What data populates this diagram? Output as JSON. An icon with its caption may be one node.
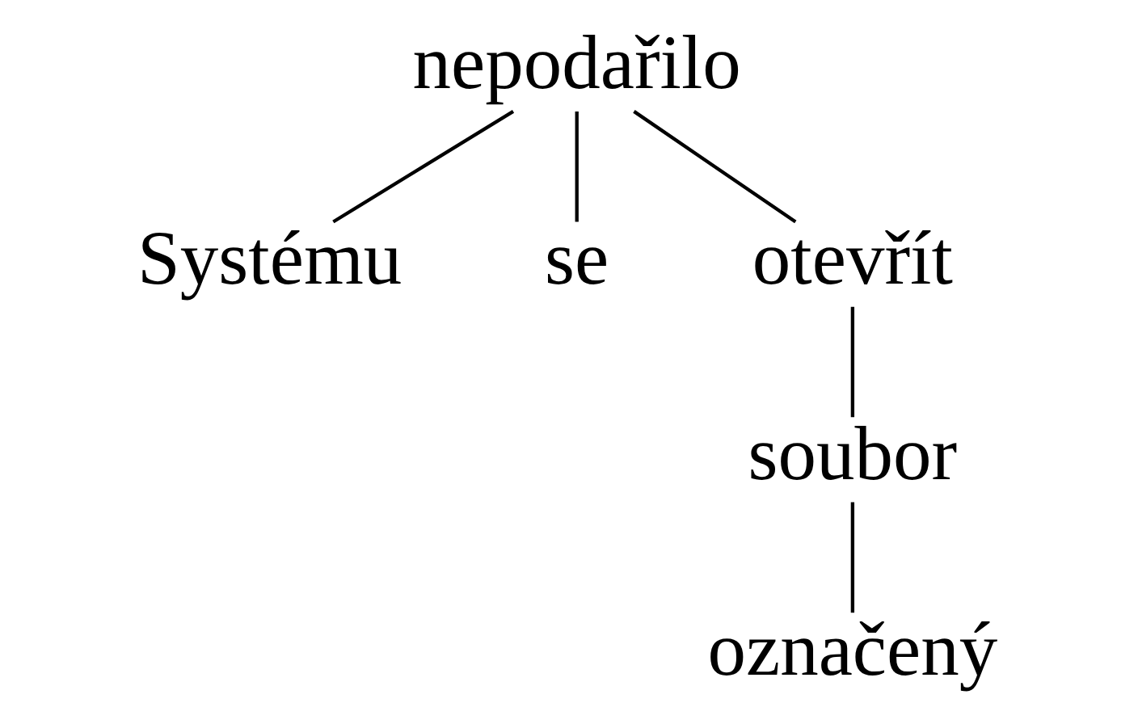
{
  "diagram": {
    "nodes": [
      {
        "text": [
          "nepodařilo"
        ]
      },
      {
        "text": [
          "Systému"
        ]
      },
      {
        "text": [
          "se"
        ]
      },
      {
        "text": [
          "otevřít"
        ]
      },
      {
        "text": [
          "soubor"
        ]
      },
      {
        "text": [
          "označený"
        ]
      }
    ],
    "edges": [
      {
        "from": 0,
        "to": 1,
        "arrow": "none"
      },
      {
        "from": 0,
        "to": 2,
        "arrow": "none"
      },
      {
        "from": 0,
        "to": 3,
        "arrow": "none"
      },
      {
        "from": 3,
        "to": 4,
        "arrow": "none"
      },
      {
        "from": 4,
        "to": 5,
        "arrow": "none"
      }
    ]
  }
}
